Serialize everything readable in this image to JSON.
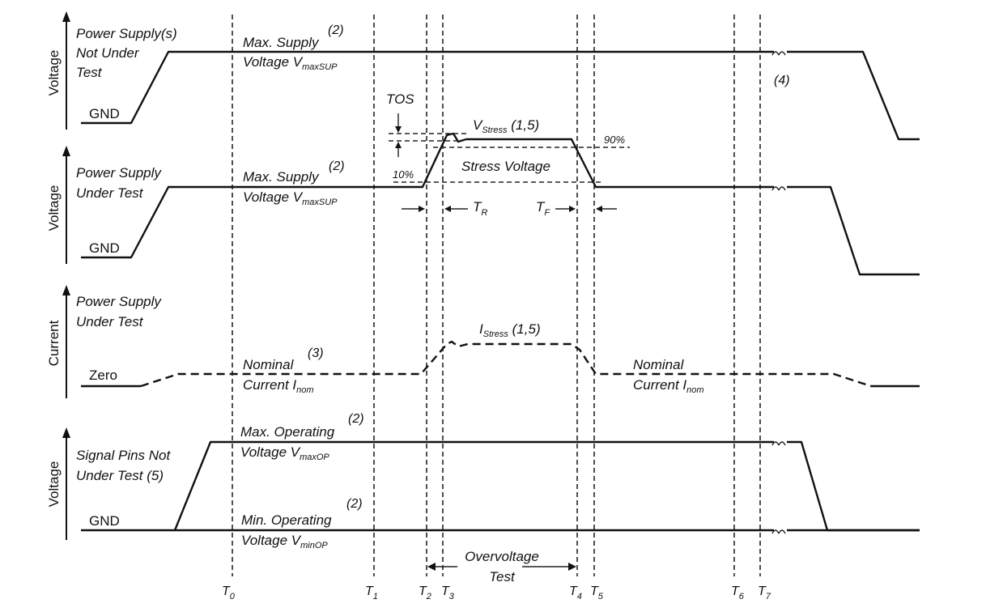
{
  "panels": {
    "p1": {
      "ylabel": "Voltage",
      "name_lines": [
        "Power Supply(s)",
        "Not Under",
        "Test"
      ],
      "gnd": "GND",
      "level_note": "(2)",
      "level_line1": "Max. Supply",
      "level_line2_main": "Voltage V",
      "level_line2_sub": "maxSUP",
      "note": "(4)"
    },
    "p2": {
      "ylabel": "Voltage",
      "name_lines": [
        "Power Supply",
        "Under Test"
      ],
      "gnd": "GND",
      "level_note": "(2)",
      "level_line1": "Max. Supply",
      "level_line2_main": "Voltage V",
      "level_line2_sub": "maxSUP",
      "tos": "TOS",
      "vstress_main": "V",
      "vstress_sub": "Stress",
      "vstress_note": " (1,5)",
      "pct90": "90%",
      "pct10": "10%",
      "stress_label": "Stress Voltage",
      "tr_main": "T",
      "tr_sub": "R",
      "tf_main": "T",
      "tf_sub": "F"
    },
    "p3": {
      "ylabel": "Current",
      "name_lines": [
        "Power Supply",
        "Under Test"
      ],
      "zero": "Zero",
      "istress_main": "I",
      "istress_sub": "Stress",
      "istress_note": " (1,5)",
      "nominal_note": "(3)",
      "nominal_line1": "Nominal",
      "nominal_line2_main": "Current I",
      "nominal_line2_sub": "nom",
      "nominal_right_line1": "Nominal",
      "nominal_right_line2_main": "Current I",
      "nominal_right_line2_sub": "nom"
    },
    "p4": {
      "ylabel": "Voltage",
      "name_lines": [
        "Signal Pins Not",
        "Under Test (5)"
      ],
      "gnd": "GND",
      "max_note": "(2)",
      "max_line1": "Max. Operating",
      "max_line2_main": "Voltage V",
      "max_line2_sub": "maxOP",
      "min_note": "(2)",
      "min_line1": "Min. Operating",
      "min_line2_main": "Voltage V",
      "min_line2_sub": "minOP"
    }
  },
  "overvoltage": {
    "line1": "Overvoltage",
    "line2": "Test"
  },
  "times": {
    "t0": {
      "main": "T",
      "sub": "0"
    },
    "t1": {
      "main": "T",
      "sub": "1"
    },
    "t2": {
      "main": "T",
      "sub": "2"
    },
    "t3": {
      "main": "T",
      "sub": "3"
    },
    "t4": {
      "main": "T",
      "sub": "4"
    },
    "t5": {
      "main": "T",
      "sub": "5"
    },
    "t6": {
      "main": "T",
      "sub": "6"
    },
    "t7": {
      "main": "T",
      "sub": "7"
    }
  },
  "colors": {
    "ink": "#111111",
    "background": "#ffffff"
  }
}
